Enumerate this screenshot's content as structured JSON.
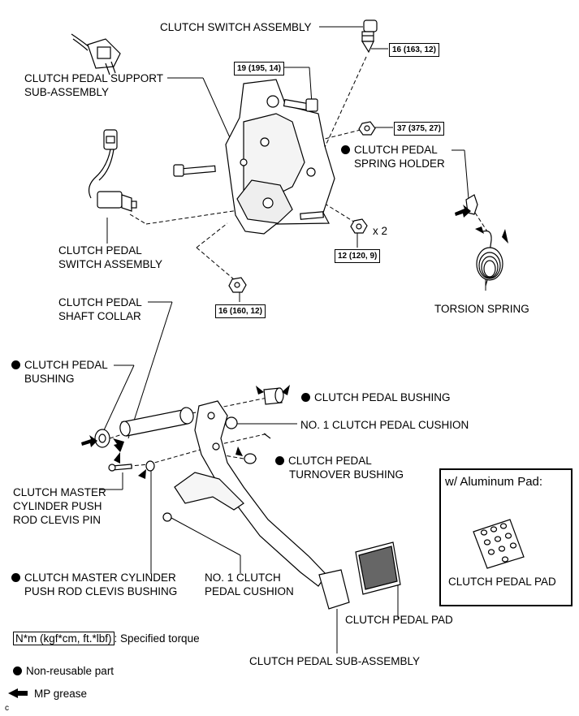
{
  "labels": {
    "switch_assembly": "CLUTCH SWITCH ASSEMBLY",
    "support_line1": "CLUTCH PEDAL SUPPORT",
    "support_line2": "SUB-ASSEMBLY",
    "spring_holder_line1": "CLUTCH PEDAL",
    "spring_holder_line2": "SPRING HOLDER",
    "pedal_switch_line1": "CLUTCH PEDAL",
    "pedal_switch_line2": "SWITCH ASSEMBLY",
    "torsion_spring": "TORSION SPRING",
    "shaft_collar_line1": "CLUTCH PEDAL",
    "shaft_collar_line2": "SHAFT COLLAR",
    "bushing_left_line1": "CLUTCH PEDAL",
    "bushing_left_line2": "BUSHING",
    "bushing_right": "CLUTCH PEDAL BUSHING",
    "cushion_top": "NO. 1 CLUTCH PEDAL CUSHION",
    "turnover_line1": "CLUTCH PEDAL",
    "turnover_line2": "TURNOVER BUSHING",
    "clevis_pin_line1": "CLUTCH MASTER",
    "clevis_pin_line2": "CYLINDER PUSH",
    "clevis_pin_line3": "ROD CLEVIS PIN",
    "clevis_bushing_line1": "CLUTCH MASTER CYLINDER",
    "clevis_bushing_line2": "PUSH ROD CLEVIS BUSHING",
    "cushion_bottom_line1": "NO. 1 CLUTCH",
    "cushion_bottom_line2": "PEDAL CUSHION",
    "pedal_pad": "CLUTCH PEDAL PAD",
    "pedal_sub": "CLUTCH PEDAL SUB-ASSEMBLY",
    "qty": "x 2"
  },
  "torques": {
    "t1": "16 (163, 12)",
    "t2": "19 (195, 14)",
    "t3": "37 (375, 27)",
    "t4": "12 (120, 9)",
    "t5": "16 (160, 12)"
  },
  "panel": {
    "title": "w/ Aluminum Pad:",
    "pad_label": "CLUTCH PEDAL PAD"
  },
  "legend": {
    "torque_unit": "N*m (kgf*cm, ft.*lbf)",
    "torque_desc": ": Specified torque",
    "non_reusable": "Non-reusable part",
    "grease": "MP grease"
  },
  "corner": "c"
}
